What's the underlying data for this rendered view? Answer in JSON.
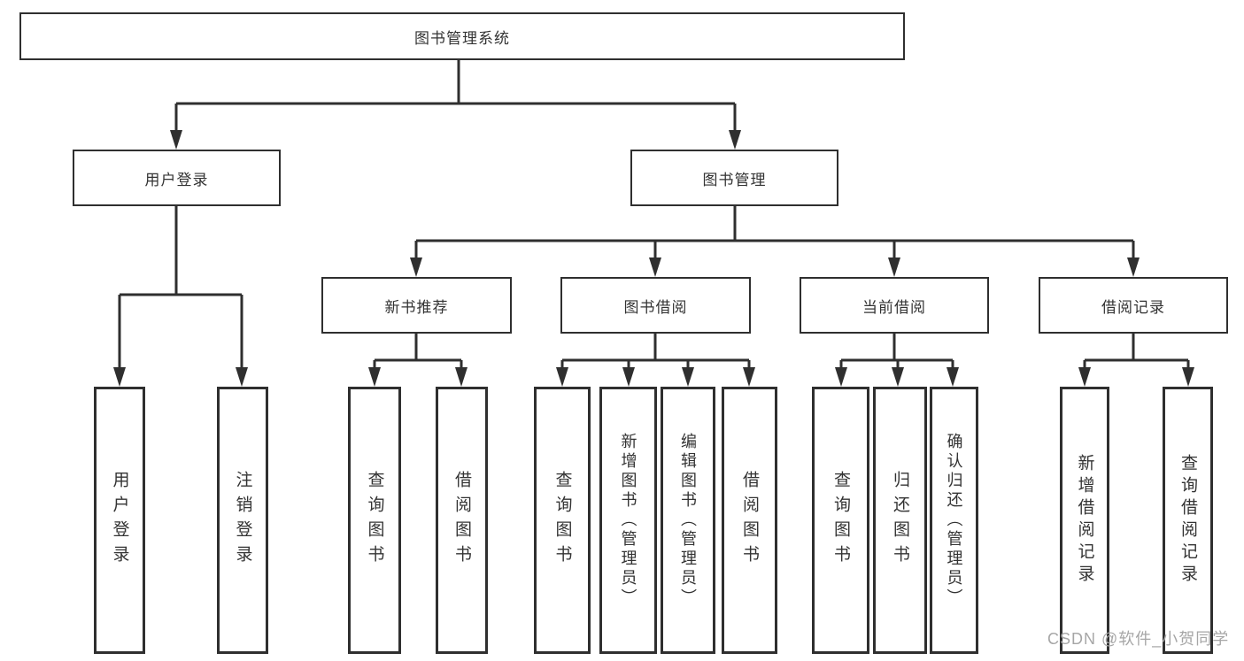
{
  "nodes": {
    "root": "图书管理系统",
    "user_login": "用户登录",
    "book_mgmt": "图书管理",
    "new_book_rec": "新书推荐",
    "book_borrow": "图书借阅",
    "current_borrow": "当前借阅",
    "borrow_record": "借阅记录",
    "ul_login": "用户登录",
    "ul_logout": "注销登录",
    "nbr_query": "查询图书",
    "nbr_borrow": "借阅图书",
    "bb_query": "查询图书",
    "bb_add": "新增图书（管理员）",
    "bb_edit": "编辑图书（管理员）",
    "bb_borrow": "借阅图书",
    "cb_query": "查询图书",
    "cb_return": "归还图书",
    "cb_confirm": "确认归还（管理员）",
    "br_add": "新增借阅记录",
    "br_query": "查询借阅记录"
  },
  "watermark": "CSDN @软件_小贺同学",
  "colors": {
    "line": "#2f2f2f",
    "text": "#333333",
    "watermark": "#a6a6a6",
    "background": "#ffffff"
  }
}
